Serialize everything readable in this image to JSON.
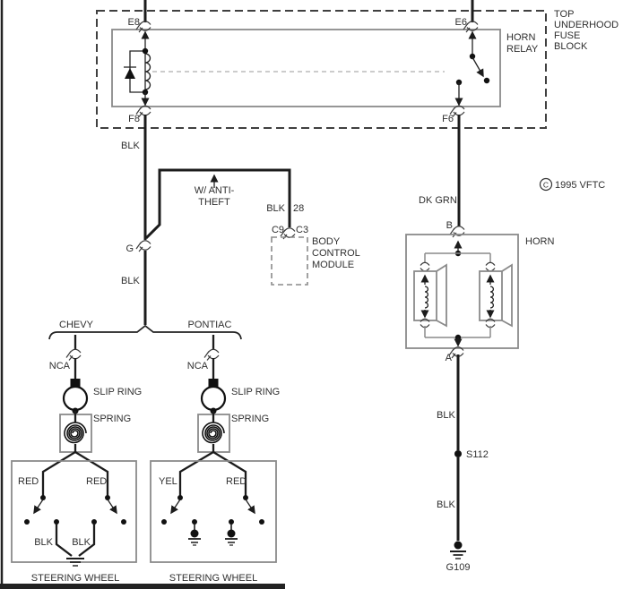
{
  "colors": {
    "ink": "#1c1c1c",
    "box_gray": "#8a8a8a",
    "text": "#2f2f2f",
    "background": "#ffffff"
  },
  "fuse_block": {
    "title_lines": [
      "TOP",
      "UNDERHOOD",
      "FUSE",
      "BLOCK"
    ]
  },
  "relay": {
    "label_line1": "HORN",
    "label_line2": "RELAY",
    "e8": "E8",
    "e6": "E6",
    "f8": "F8",
    "f6": "F6"
  },
  "wires": {
    "blk_f8": "BLK",
    "blk_g": "BLK",
    "blk_bcm": "BLK",
    "bcm_circuit": "28",
    "dk_grn": "DK GRN",
    "blk_horn_upper": "BLK",
    "blk_horn_lower": "BLK"
  },
  "anti_theft": {
    "line1": "W/ ANTI-",
    "line2": "THEFT"
  },
  "bcm": {
    "pin_left": "C9",
    "pin_right": "C3",
    "label_lines": [
      "BODY",
      "CONTROL",
      "MODULE"
    ]
  },
  "connector_g": "G",
  "branches": {
    "left": "CHEVY",
    "right": "PONTIAC"
  },
  "chevy": {
    "nca": "NCA",
    "slip_ring": "SLIP RING",
    "spring": "SPRING",
    "wheel_label": "STEERING WHEEL",
    "wire_left": "RED",
    "wire_right": "RED",
    "gnd_left": "BLK",
    "gnd_right": "BLK"
  },
  "pontiac": {
    "nca": "NCA",
    "slip_ring": "SLIP RING",
    "spring": "SPRING",
    "wheel_label": "STEERING WHEEL",
    "wire_left": "YEL",
    "wire_right": "RED"
  },
  "horn": {
    "label": "HORN",
    "b": "B",
    "a": "A"
  },
  "splice": "S112",
  "ground": "G109",
  "copyright": {
    "c": "C",
    "text": "1995 VFTC"
  }
}
